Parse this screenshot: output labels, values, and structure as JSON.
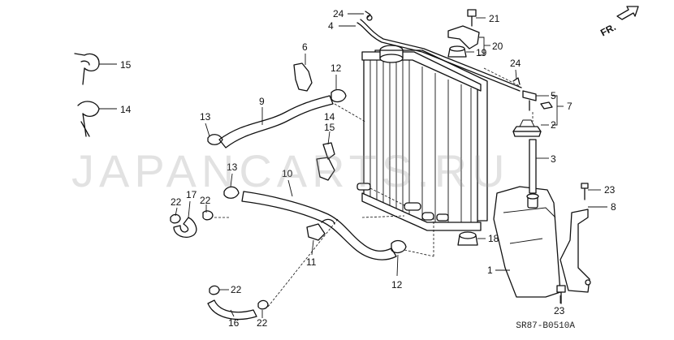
{
  "diagram": {
    "watermark": "JAPANCARTS.RU",
    "direction_label": "FR.",
    "code": "SR87-B0510A",
    "callouts": [
      {
        "id": "c24a",
        "text": "24"
      },
      {
        "id": "c4",
        "text": "4"
      },
      {
        "id": "c21",
        "text": "21"
      },
      {
        "id": "c20",
        "text": "20"
      },
      {
        "id": "c19",
        "text": "19"
      },
      {
        "id": "c15a",
        "text": "15"
      },
      {
        "id": "c14a",
        "text": "14"
      },
      {
        "id": "c6",
        "text": "6"
      },
      {
        "id": "c12a",
        "text": "12"
      },
      {
        "id": "c9",
        "text": "9"
      },
      {
        "id": "c13a",
        "text": "13"
      },
      {
        "id": "c14b",
        "text": "14"
      },
      {
        "id": "c15b",
        "text": "15"
      },
      {
        "id": "c13b",
        "text": "13"
      },
      {
        "id": "c10",
        "text": "10"
      },
      {
        "id": "c24b",
        "text": "24"
      },
      {
        "id": "c5",
        "text": "5"
      },
      {
        "id": "c7",
        "text": "7"
      },
      {
        "id": "c2",
        "text": "2"
      },
      {
        "id": "c3",
        "text": "3"
      },
      {
        "id": "c23a",
        "text": "23"
      },
      {
        "id": "c8",
        "text": "8"
      },
      {
        "id": "c18",
        "text": "18"
      },
      {
        "id": "c1",
        "text": "1"
      },
      {
        "id": "c23b",
        "text": "23"
      },
      {
        "id": "c17",
        "text": "17"
      },
      {
        "id": "c22a",
        "text": "22"
      },
      {
        "id": "c22b",
        "text": "22"
      },
      {
        "id": "c11",
        "text": "11"
      },
      {
        "id": "c12b",
        "text": "12"
      },
      {
        "id": "c22c",
        "text": "22"
      },
      {
        "id": "c16",
        "text": "16"
      },
      {
        "id": "c22d",
        "text": "22"
      }
    ]
  }
}
